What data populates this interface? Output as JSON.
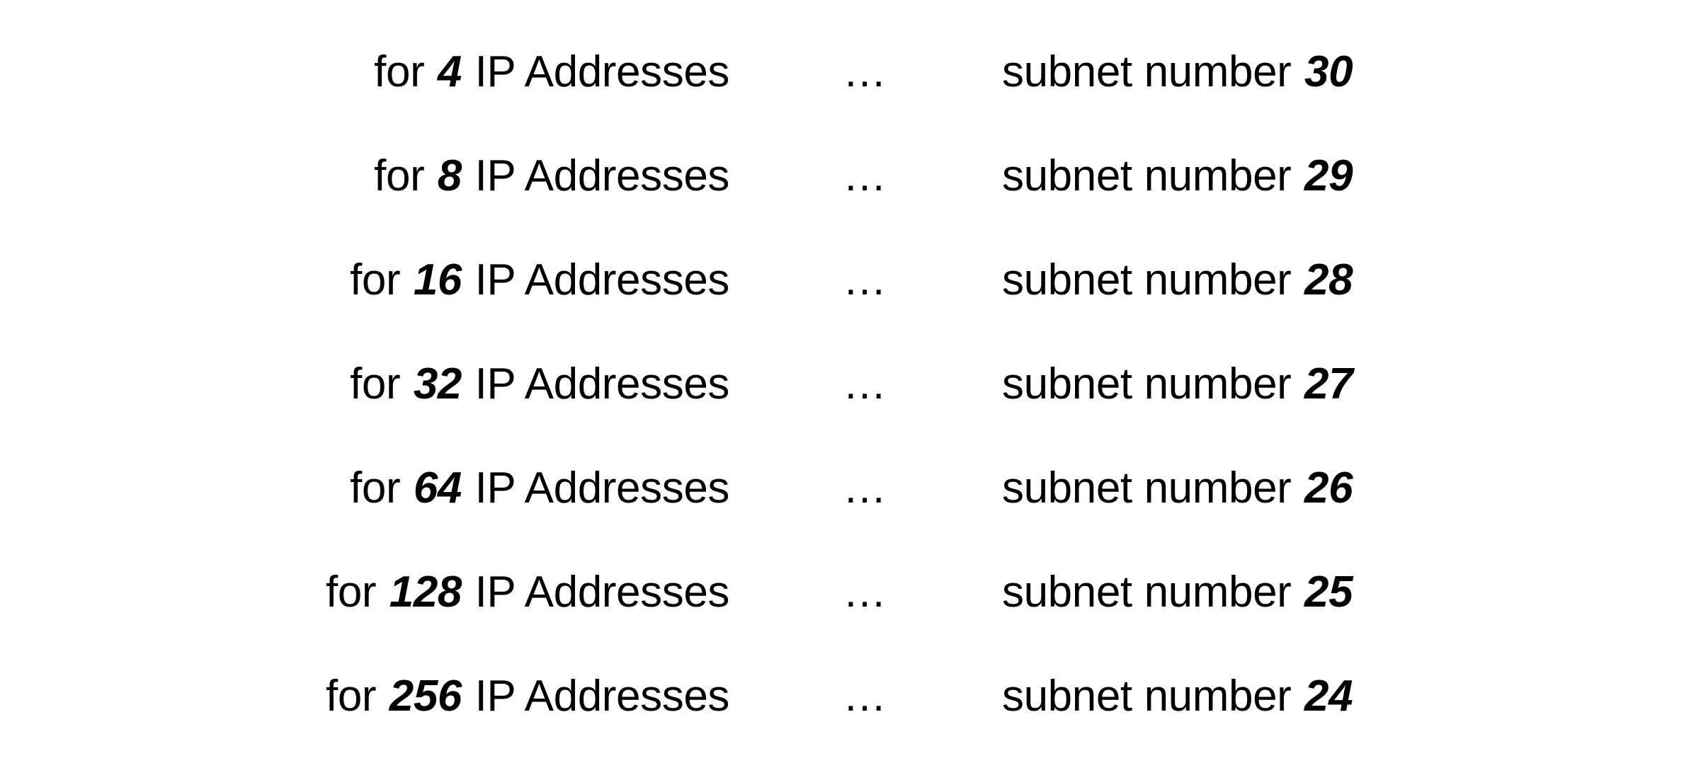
{
  "page": {
    "background_color": "#ffffff",
    "text_color": "#000000",
    "separator_glyph": "…",
    "separator_name": "ellipsis"
  },
  "labels": {
    "hosts_prefix": "for",
    "hosts_suffix": "IP Addresses",
    "prefix_label": "subnet number"
  },
  "rows": [
    {
      "hosts": "4",
      "subnet": "30"
    },
    {
      "hosts": "8",
      "subnet": "29"
    },
    {
      "hosts": "16",
      "subnet": "28"
    },
    {
      "hosts": "32",
      "subnet": "27"
    },
    {
      "hosts": "64",
      "subnet": "26"
    },
    {
      "hosts": "128",
      "subnet": "25"
    },
    {
      "hosts": "256",
      "subnet": "24"
    }
  ]
}
